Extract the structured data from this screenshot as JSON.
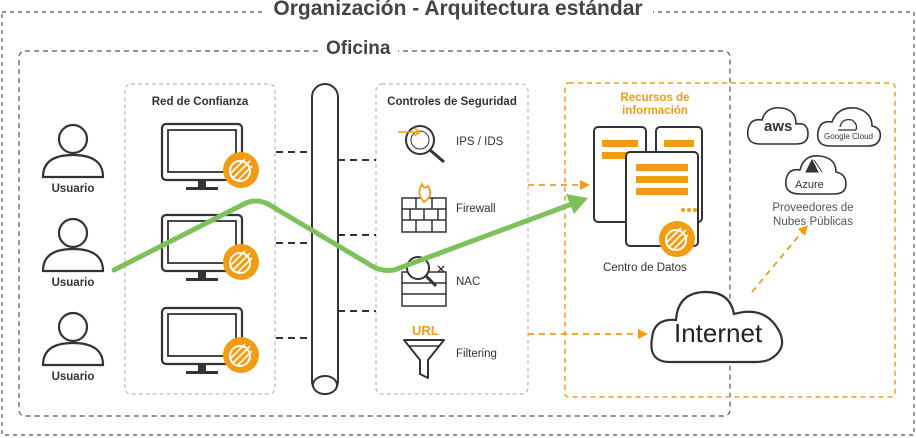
{
  "organization": {
    "title": "Organización - Arquitectura estándar"
  },
  "office": {
    "title": "Oficina"
  },
  "users": [
    "Usuario",
    "Usuario",
    "Usuario"
  ],
  "trusted_network": {
    "title": "Red de Confianza",
    "workstations": 3
  },
  "security_controls": {
    "title": "Controles de Seguridad",
    "items": [
      {
        "label": "IPS / IDS",
        "icon": "magnifier-arrow-icon"
      },
      {
        "label": "Firewall",
        "icon": "firewall-icon"
      },
      {
        "label": "NAC",
        "icon": "nac-icon"
      },
      {
        "label": "Filtering",
        "icon": "url-filter-icon",
        "badge": "URL"
      }
    ]
  },
  "resources": {
    "title_line1": "Recursos de",
    "title_line2": "información",
    "datacenter": "Centro de Datos"
  },
  "internet": {
    "label": "Internet"
  },
  "public_cloud": {
    "aws": "aws",
    "google": "Google Cloud",
    "azure": "Azure",
    "label_line1": "Proveedores de",
    "label_line2": "Nubes Públicas"
  },
  "colors": {
    "accent": "#f39c12",
    "path": "#7dc15a",
    "line": "#333333",
    "dashed_border": "#bbbbbb"
  }
}
